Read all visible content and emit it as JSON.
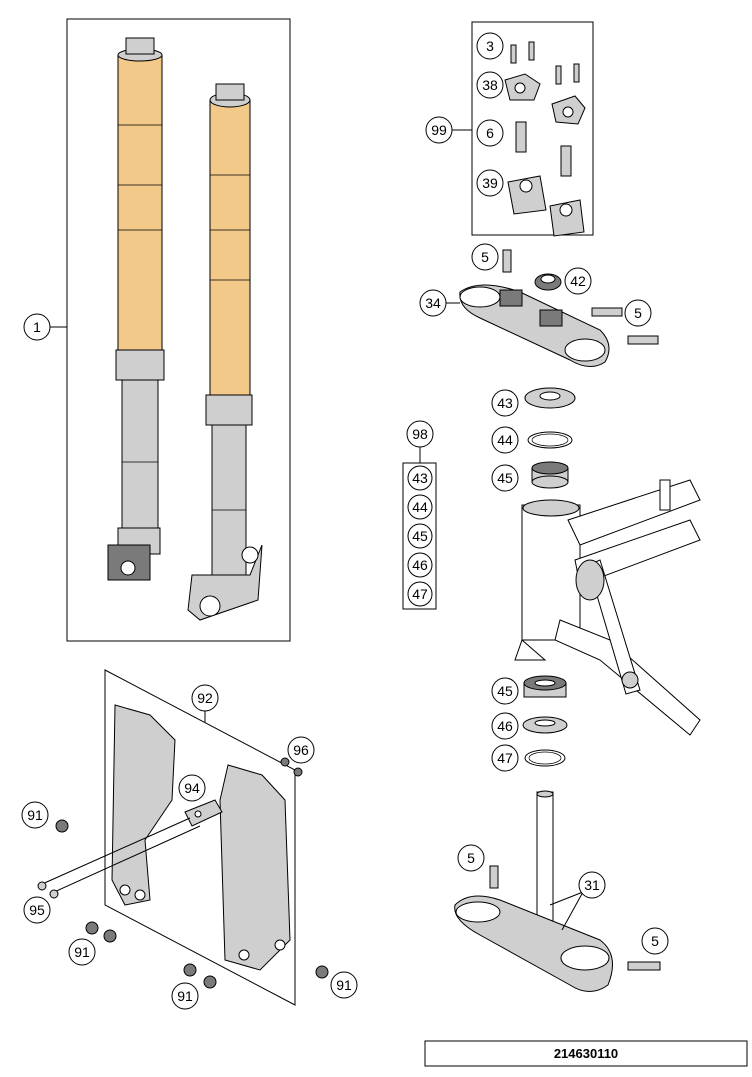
{
  "diagram_number": "214630110",
  "callouts": {
    "fork": "1",
    "bolt_small": "3",
    "clamp_small": "38",
    "set_handlebar": "99",
    "bolt_6": "6",
    "clamp_large": "39",
    "bolt_5a": "5",
    "nut_42": "42",
    "crown_34": "34",
    "bolt_5b": "5",
    "seal_43": "43",
    "ring_44": "44",
    "bearing_45": "45",
    "set_98": "98",
    "set_43": "43",
    "set_44": "44",
    "set_45": "45",
    "set_46": "46",
    "set_47": "47",
    "bearing_45b": "45",
    "ring_46": "46",
    "ring_47": "47",
    "guard_92": "92",
    "bolt_96": "96",
    "clip_94": "94",
    "screw_91a": "91",
    "screw_95": "95",
    "screw_91b": "91",
    "screw_91c": "91",
    "screw_91d": "91",
    "bolt_5c": "5",
    "stem_31": "31",
    "bolt_5d": "5"
  }
}
